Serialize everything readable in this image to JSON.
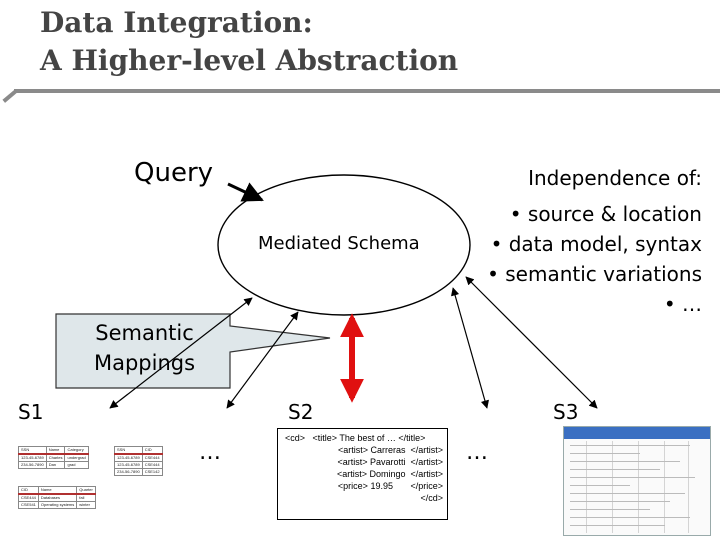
{
  "slide": {
    "title_line1": "Data Integration:",
    "title_line2": "A Higher-level Abstraction"
  },
  "diagram": {
    "query_label": "Query",
    "mediated_schema_label": "Mediated Schema",
    "semantic_mappings_line1": "Semantic",
    "semantic_mappings_line2": "Mappings",
    "sources": [
      "S1",
      "S2",
      "S3"
    ],
    "ellipsis_left": "…",
    "ellipsis_right": "…",
    "independence": {
      "heading": "Independence of:",
      "items": [
        "• source & location",
        "• data model, syntax",
        "• semantic variations",
        "• …"
      ]
    },
    "s2_xml": [
      "<cd>   <title> The best of … </title>",
      "<artist> Carreras  </artist>",
      "<artist> Pavarotti  </artist>",
      "<artist> Domingo  </artist>",
      "<price> 19.95       </price>",
      "</cd>"
    ],
    "s1_table_top": {
      "headers": [
        "SSN",
        "Name",
        "Category"
      ],
      "rows": [
        [
          "123-45-6789",
          "Charles",
          "undergrad"
        ],
        [
          "234-56-7890",
          "Dan",
          "grad"
        ]
      ]
    },
    "s1_table_right": {
      "headers": [
        "SSN",
        "CID"
      ],
      "rows": [
        [
          "123-45-6789",
          "CSE444"
        ],
        [
          "123-45-6789",
          "CSE444"
        ],
        [
          "234-56-7890",
          "CSE142"
        ]
      ]
    },
    "s1_table_bottom": {
      "headers": [
        "CID",
        "Name",
        "Quarter"
      ],
      "rows": [
        [
          "CSE444",
          "Databases",
          "fall"
        ],
        [
          "CSE541",
          "Operating systems",
          "winter"
        ]
      ]
    },
    "colors": {
      "title": "#444444",
      "title_rule": "#8a8a8a",
      "arrow": "#000000",
      "highlight_arrow": "#e01010",
      "callout_fill": "#dfe7ea",
      "callout_stroke": "#333333"
    }
  }
}
